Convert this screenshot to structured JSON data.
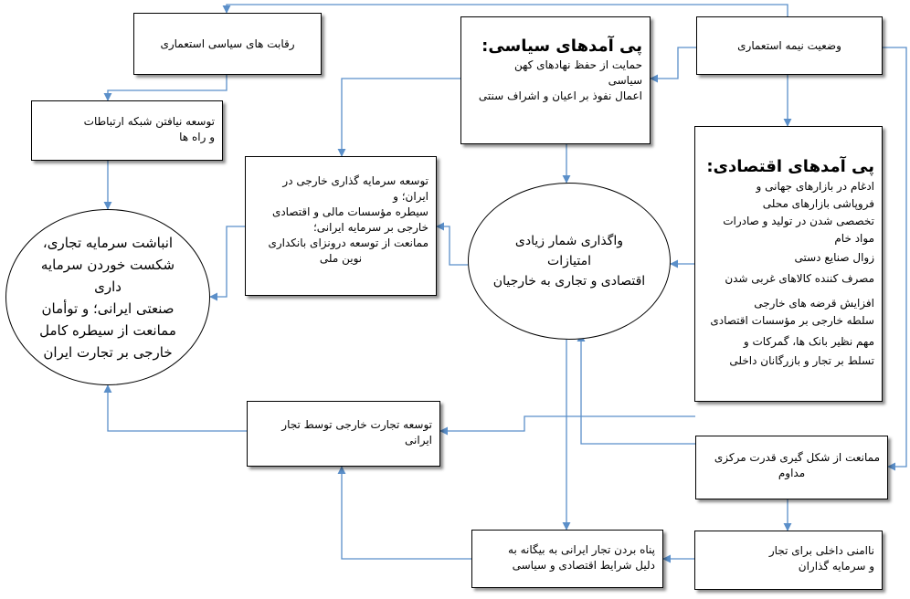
{
  "nodes": {
    "semi_colonial_status": "وضعیت نیمه استعماری",
    "colonial_policy_rivalry": "رقابت های سیاسی استعماری",
    "political_consequences": {
      "heading": "پی آمدهای سیاسی:",
      "lines": [
        "حمایت از حفظ نهادهای کهن",
        "سیاسی",
        "اعمال نفوذ بر اعیان و اشراف سنتی"
      ]
    },
    "communication_networks_undeveloped": {
      "lines": [
        "توسعه نیافتن شبکه ارتباطات",
        "و راه ها"
      ]
    },
    "foreign_investment_development": {
      "lines": [
        "توسعه سرمایه گذاری خارجی در",
        "ایران؛ و",
        "سیطره مؤسسات مالی و اقتصادی",
        "خارجی بر سرمایه ایرانی؛",
        "ممانعت از توسعه درونزای بانکداری",
        "نوین ملی"
      ]
    },
    "economic_consequences": {
      "heading": "پی آمدهای اقتصادی:",
      "lines": [
        "ادغام در بازارهای جهانی و",
        "فروپاشی بازارهای محلی",
        "تخصصی شدن در تولید و صادرات",
        "مواد خام",
        "زوال صنایع دستی",
        "مصرف کننده کالاهای غربی شدن",
        "افزایش قرضه های خارجی",
        "سلطه خارجی بر مؤسسات اقتصادی",
        "مهم نظیر بانک ها، گمرکات و",
        "تسلط بر تجار و بازرگانان داخلی"
      ]
    },
    "capital_accumulation_ellipse": {
      "lines": [
        "انباشت سرمایه تجاری،",
        "شکست خوردن سرمایه داری",
        "صنعتی ایرانی؛ و توأمان",
        "ممانعت از سیطره کامل",
        "خارجی بر تجارت ایران"
      ]
    },
    "concessions_ellipse": {
      "lines": [
        "واگذاری شمار زیادی امتیازات",
        "اقتصادی و تجاری به خارجیان"
      ]
    },
    "foreign_trade_development": {
      "lines": [
        "توسعه تجارت خارجی توسط تجار",
        "ایرانی"
      ]
    },
    "prevent_central_power": {
      "lines": [
        "ممانعت از شکل گیری قدرت مرکزی",
        "مداوم"
      ]
    },
    "internal_insecurity": {
      "lines": [
        "ناامنی داخلی برای تجار",
        "و سرمایه گذاران"
      ]
    },
    "merchants_refuge": {
      "lines": [
        "پناه بردن تجار ایرانی به بیگانه به",
        "دلیل شرایط اقتصادی و سیاسی"
      ]
    }
  },
  "colors": {
    "arrow": "#5b8fc9",
    "border": "#000000"
  }
}
